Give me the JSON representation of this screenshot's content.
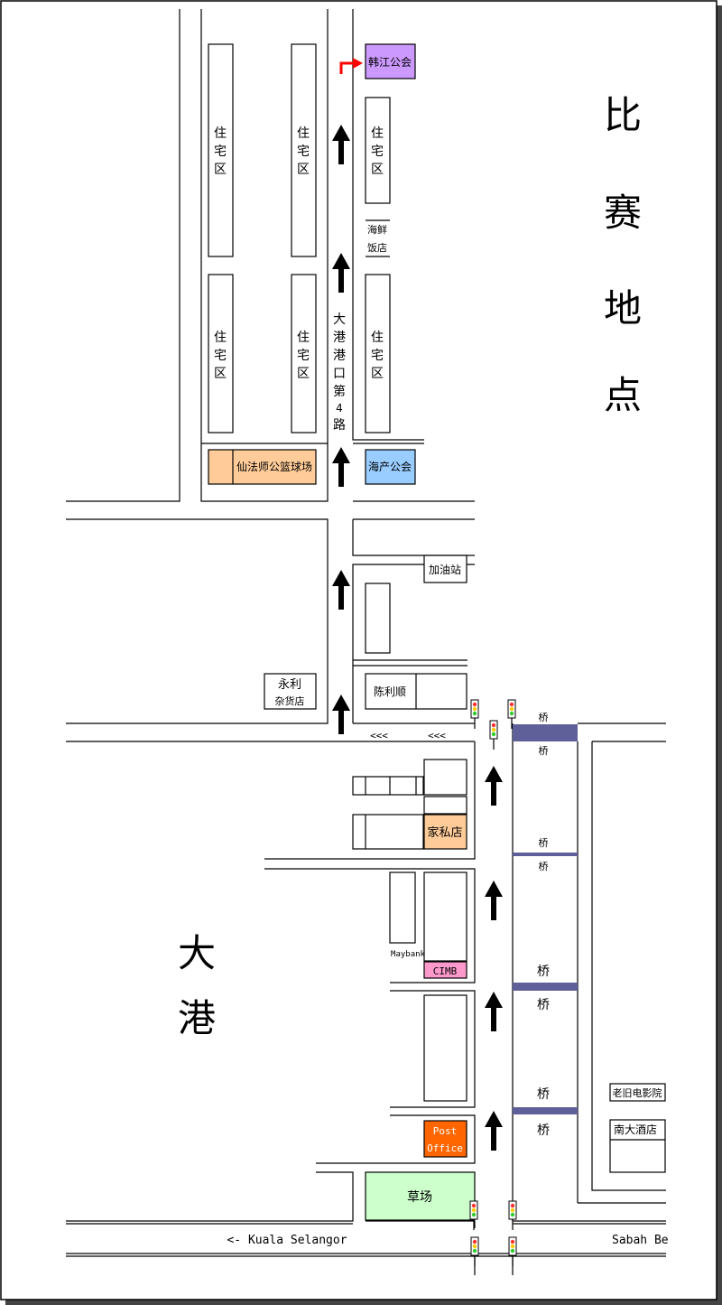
{
  "colors": {
    "purple": "#cc99ff",
    "blue": "#99ccff",
    "orange_light": "#ffcc99",
    "orange": "#ff6600",
    "pink": "#ff99cc",
    "green": "#ccffcc",
    "bridge": "#5f5f99",
    "title": "#6a6aa6",
    "red_arrow": "#ff0000"
  },
  "title": {
    "venue_chars": [
      "比",
      "赛",
      "地",
      "点"
    ],
    "town_chars": [
      "大",
      "港"
    ]
  },
  "road": {
    "name_chars": [
      "大",
      "港",
      "港",
      "口",
      "第",
      "4",
      "路"
    ],
    "left_arrows": "<<<",
    "kuala_selangor": "<- Kuala Selangor",
    "sabah": "Sabah Be"
  },
  "places": {
    "han_jiang": "韩江公会",
    "residential_chars": [
      "住",
      "宅",
      "区"
    ],
    "seafood_line1": "海鲜",
    "seafood_line2": "饭店",
    "court": "仙法师公篮球场",
    "hai_chan": "海产公会",
    "petrol": "加油站",
    "yong_li_line1": "永利",
    "yong_li_line2": "杂货店",
    "chen_li_shun": "陈利顺",
    "furniture": "家私店",
    "maybank": "Maybank",
    "cimb": "CIMB",
    "post_line1": "Post",
    "post_line2": "Office",
    "field": "草场",
    "old_cinema": "老旧电影院",
    "nan_da_hotel": "南大酒店",
    "bridge": "桥"
  }
}
